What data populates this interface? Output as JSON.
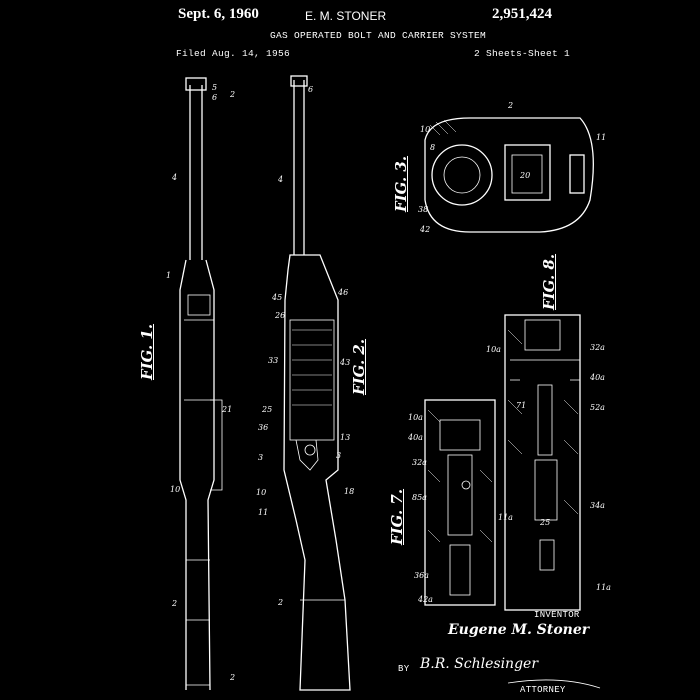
{
  "header": {
    "date": "Sept. 6, 1960",
    "inventor_name": "E. M. STONER",
    "patent_number": "2,951,424",
    "title": "GAS OPERATED BOLT AND CARRIER SYSTEM",
    "filed": "Filed Aug. 14, 1956",
    "sheets": "2 Sheets-Sheet 1"
  },
  "figures": {
    "fig1": "FIG. 1.",
    "fig2": "FIG. 2.",
    "fig3": "FIG. 3.",
    "fig7": "FIG. 7.",
    "fig8": "FIG. 8."
  },
  "footer": {
    "inventor_label": "INVENTOR",
    "inventor_signature": "Eugene M. Stoner",
    "by": "BY",
    "attorney_signature": "B.R. Schlesinger",
    "attorney_label": "ATTORNEY"
  },
  "colors": {
    "background": "#000000",
    "ink": "#ffffff"
  }
}
